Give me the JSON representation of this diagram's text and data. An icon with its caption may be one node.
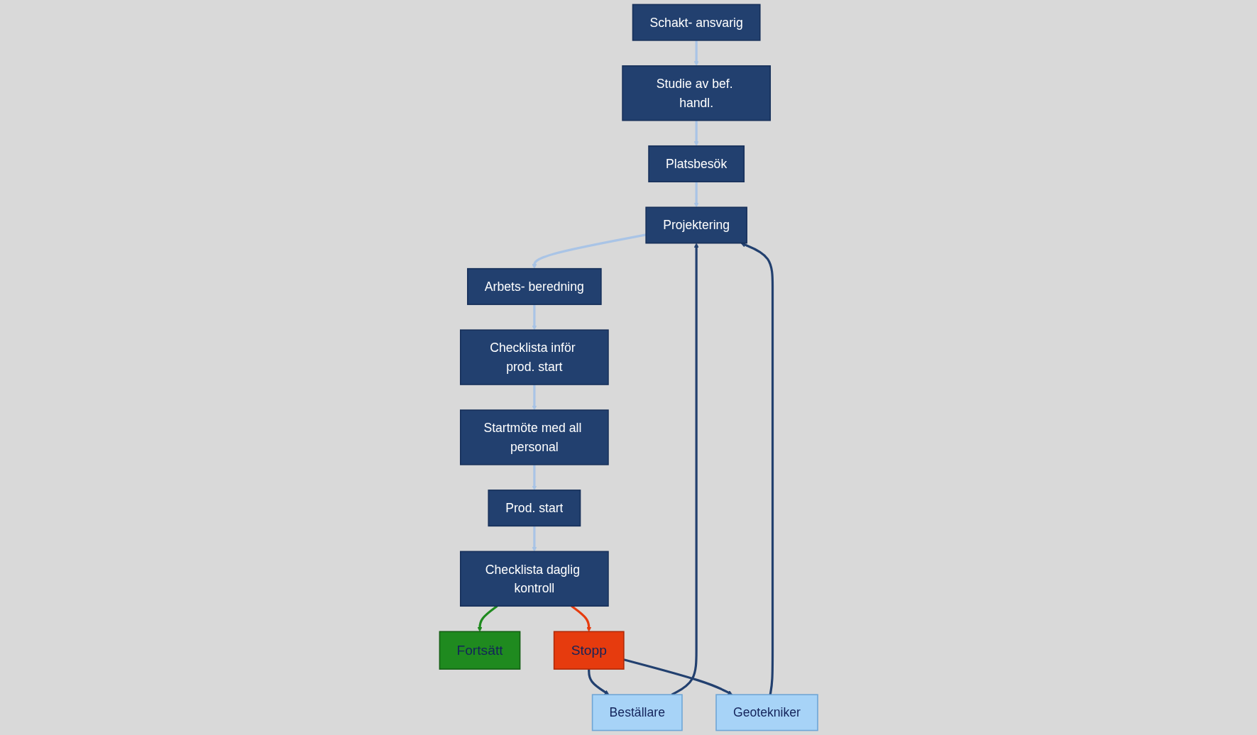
{
  "diagram": {
    "nodes": [
      {
        "text": [
          "Schakt- ansvarig"
        ]
      },
      {
        "text": [
          "Studie av bef. handl."
        ]
      },
      {
        "text": [
          "Platsbesök"
        ]
      },
      {
        "text": [
          "Projektering"
        ]
      },
      {
        "text": [
          "Arbets- beredning"
        ]
      },
      {
        "text": [
          "Checklista inför prod. start"
        ]
      },
      {
        "text": [
          "Startmöte med all personal"
        ]
      },
      {
        "text": [
          "Prod. start"
        ]
      },
      {
        "text": [
          "Checklista daglig kontroll"
        ]
      },
      {
        "text": [
          "Stopp"
        ]
      },
      {
        "text": [
          "Fortsätt"
        ]
      },
      {
        "text": [
          "Beställare"
        ]
      },
      {
        "text": [
          "Geotekniker"
        ]
      }
    ],
    "edges": [
      {
        "from": 0,
        "to": 1,
        "arrow": "to"
      },
      {
        "from": 1,
        "to": 2,
        "arrow": "to"
      },
      {
        "from": 2,
        "to": 3,
        "arrow": "to"
      },
      {
        "from": 3,
        "to": 4,
        "arrow": "to"
      },
      {
        "from": 4,
        "to": 5,
        "arrow": "to"
      },
      {
        "from": 5,
        "to": 6,
        "arrow": "to"
      },
      {
        "from": 6,
        "to": 7,
        "arrow": "to"
      },
      {
        "from": 7,
        "to": 8,
        "arrow": "to"
      },
      {
        "from": 8,
        "to": 9,
        "arrow": "to",
        "color": "#e63b0e"
      },
      {
        "from": 8,
        "to": 10,
        "arrow": "to",
        "color": "#1f8a1f"
      },
      {
        "from": 9,
        "to": 11,
        "arrow": "to",
        "color": "#22406f"
      },
      {
        "from": 9,
        "to": 12,
        "arrow": "to",
        "color": "#22406f"
      },
      {
        "from": 11,
        "to": 3,
        "arrow": "to",
        "color": "#22406f"
      },
      {
        "from": 12,
        "to": 3,
        "arrow": "to",
        "color": "#22406f"
      }
    ]
  }
}
